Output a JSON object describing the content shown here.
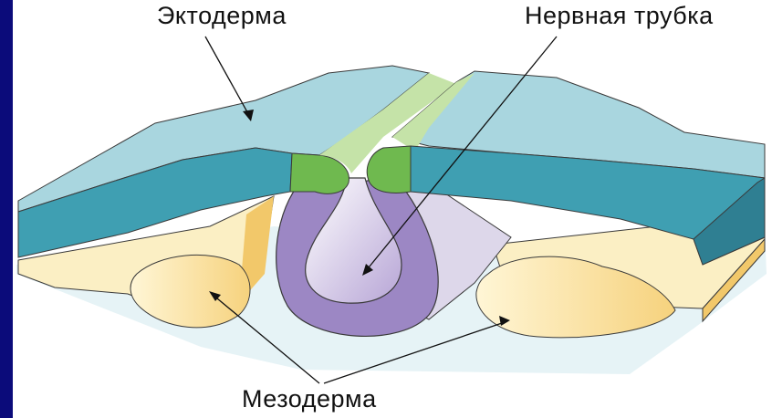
{
  "labels": {
    "ectoderm": "Эктодерма",
    "neural_tube": "Нервная трубка",
    "mesoderm": "Мезодерма"
  },
  "colors": {
    "background": "#ffffff",
    "left_border": "#0b0b7a",
    "ectoderm_top": "#a9d6df",
    "ectoderm_side": "#3f9fb2",
    "ectoderm_dark_side": "#2f7f92",
    "neural_plate": "#6fb94f",
    "neural_plate_light": "#c5e3a8",
    "neural_tube": "#9c87c4",
    "neural_tube_inner": "#ece6f4",
    "mesoderm": "#fbefc4",
    "mesoderm_dark": "#f2c86a",
    "base": "#dff0f3",
    "outline": "#3a3a3a"
  }
}
